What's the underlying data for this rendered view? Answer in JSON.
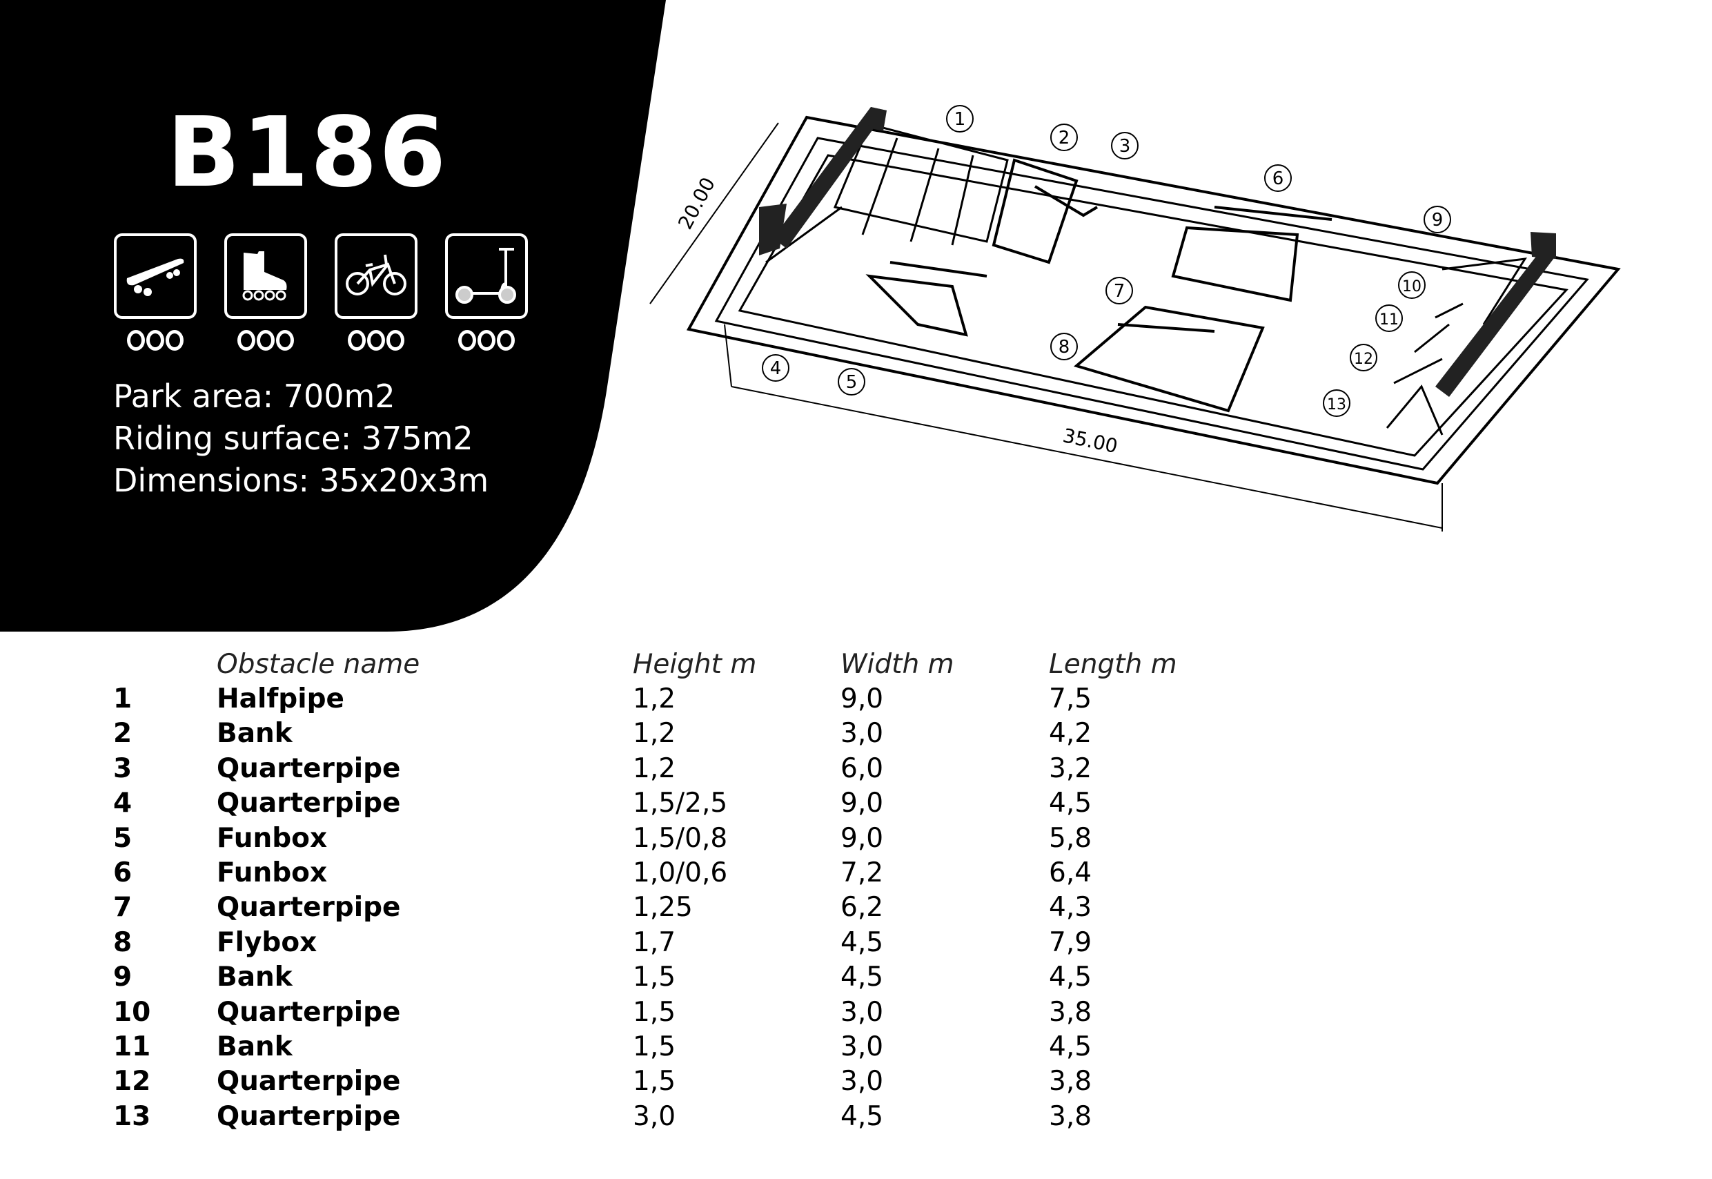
{
  "model": "B186",
  "icons": [
    {
      "name": "skateboard-icon",
      "rating": 0
    },
    {
      "name": "inline-skate-icon",
      "rating": 0
    },
    {
      "name": "bmx-bike-icon",
      "rating": 0
    },
    {
      "name": "scooter-icon",
      "rating": 0
    }
  ],
  "info": {
    "park_area": "Park area: 700m2",
    "riding_surface": "Riding surface: 375m2",
    "dimensions": "Dimensions: 35x20x3m"
  },
  "diagram": {
    "width_label": "20.00",
    "length_label": "35.00",
    "markers": [
      "1",
      "2",
      "3",
      "4",
      "5",
      "6",
      "7",
      "8",
      "9",
      "10",
      "11",
      "12",
      "13"
    ]
  },
  "table": {
    "headers": [
      "Obstacle name",
      "Height m",
      "Width m",
      "Length m"
    ],
    "rows": [
      {
        "no": "1",
        "name": "Halfpipe",
        "height": "1,2",
        "width": "9,0",
        "length": "7,5"
      },
      {
        "no": "2",
        "name": "Bank",
        "height": "1,2",
        "width": "3,0",
        "length": "4,2"
      },
      {
        "no": "3",
        "name": "Quarterpipe",
        "height": "1,2",
        "width": "6,0",
        "length": "3,2"
      },
      {
        "no": "4",
        "name": "Quarterpipe",
        "height": "1,5/2,5",
        "width": "9,0",
        "length": "4,5"
      },
      {
        "no": "5",
        "name": "Funbox",
        "height": "1,5/0,8",
        "width": "9,0",
        "length": "5,8"
      },
      {
        "no": "6",
        "name": "Funbox",
        "height": "1,0/0,6",
        "width": "7,2",
        "length": "6,4"
      },
      {
        "no": "7",
        "name": "Quarterpipe",
        "height": "1,25",
        "width": "6,2",
        "length": "4,3"
      },
      {
        "no": "8",
        "name": "Flybox",
        "height": "1,7",
        "width": "4,5",
        "length": "7,9"
      },
      {
        "no": "9",
        "name": "Bank",
        "height": "1,5",
        "width": "4,5",
        "length": "4,5"
      },
      {
        "no": "10",
        "name": "Quarterpipe",
        "height": "1,5",
        "width": "3,0",
        "length": "3,8"
      },
      {
        "no": "11",
        "name": "Bank",
        "height": "1,5",
        "width": "3,0",
        "length": "4,5"
      },
      {
        "no": "12",
        "name": "Quarterpipe",
        "height": "1,5",
        "width": "3,0",
        "length": "3,8"
      },
      {
        "no": "13",
        "name": "Quarterpipe",
        "height": "3,0",
        "width": "4,5",
        "length": "3,8"
      }
    ]
  }
}
